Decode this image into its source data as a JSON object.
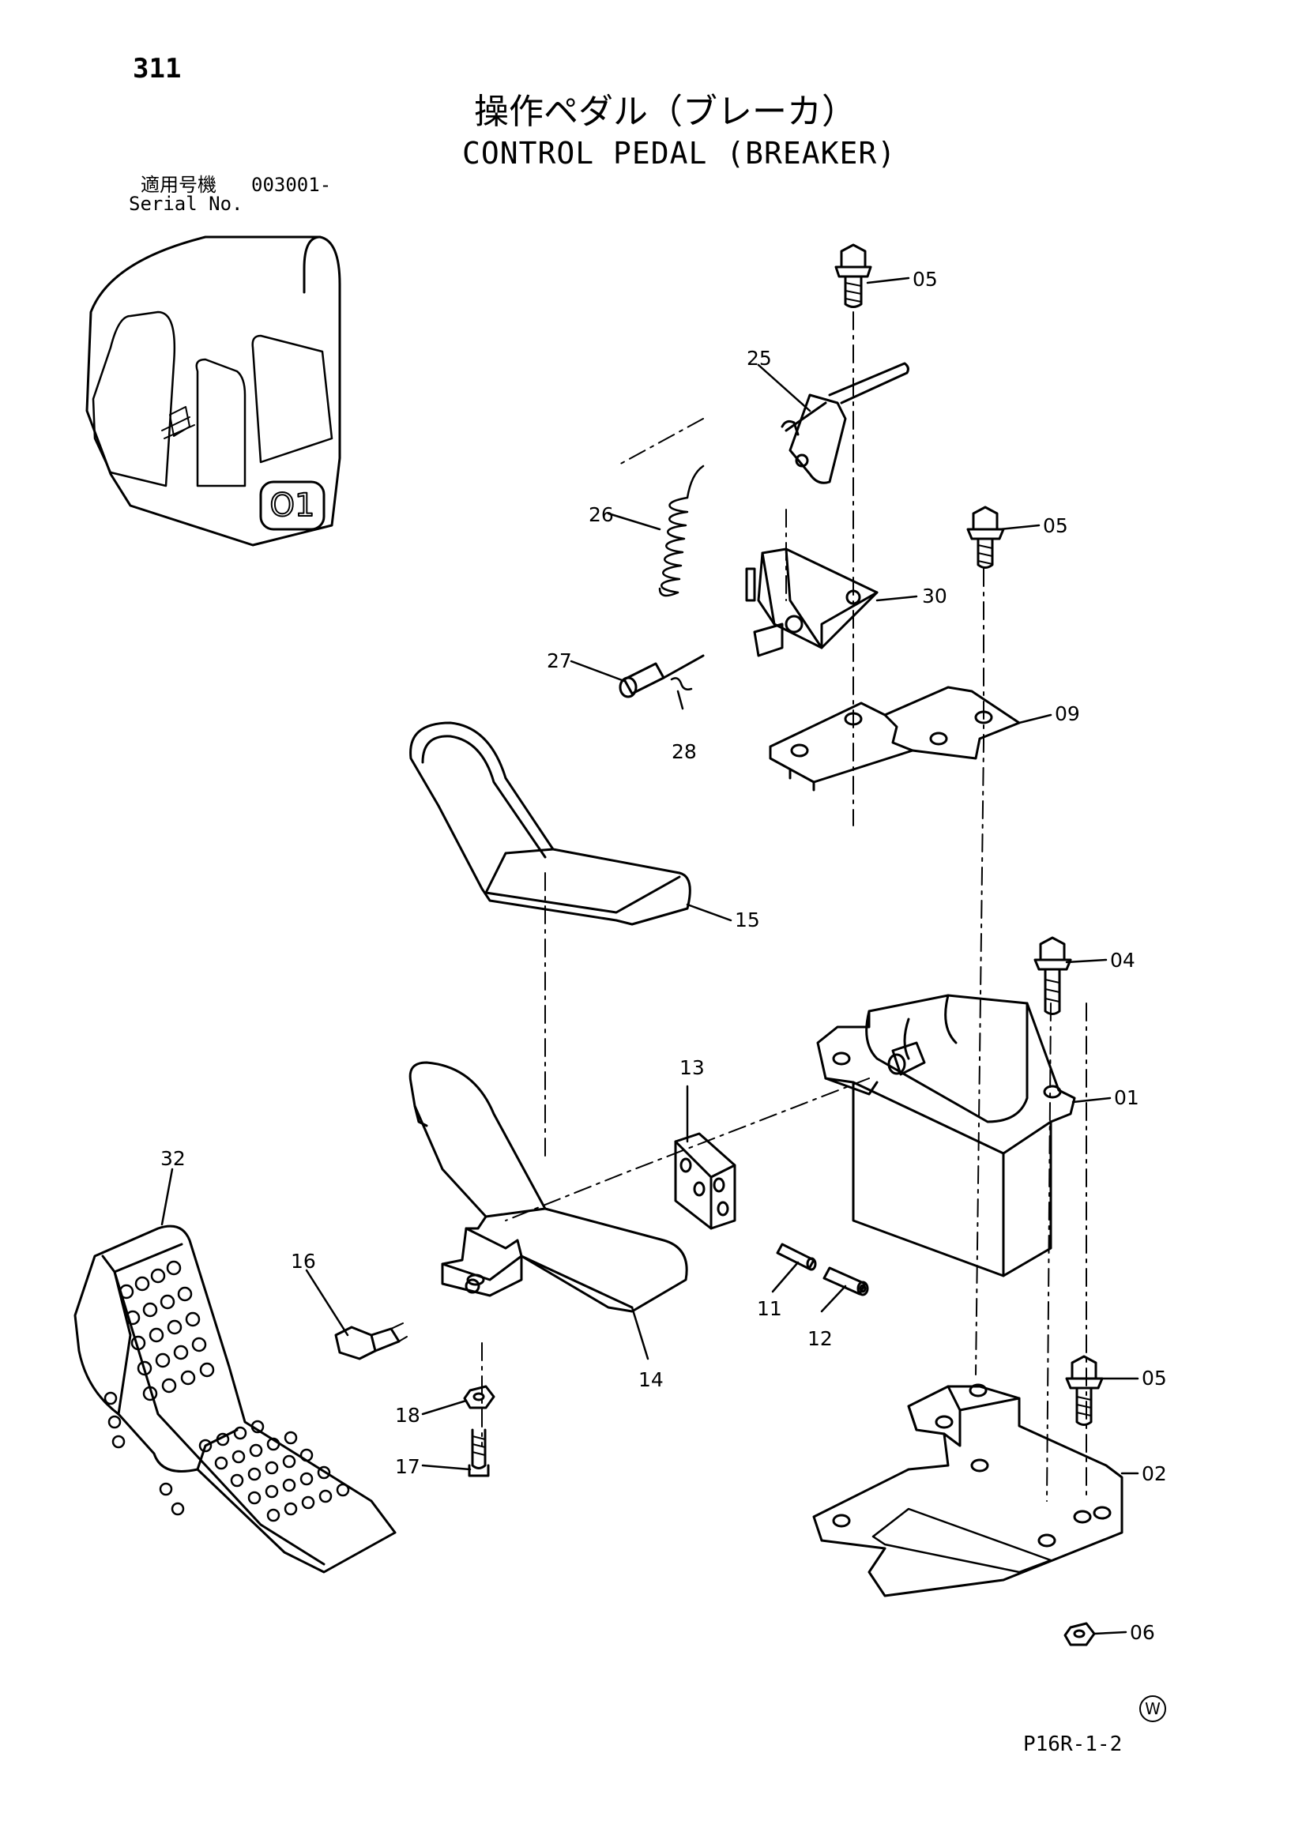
{
  "page_number": "311",
  "title_jp": "操作ペダル（ブレーカ）",
  "title_en": "CONTROL PEDAL (BREAKER)",
  "serial": {
    "label_jp": "適用号機",
    "value": "003001-",
    "label_en": "Serial No."
  },
  "cab_marking": "O1",
  "drawing_code": "P16R-1-2",
  "watermark_symbol": "W",
  "callouts": {
    "c05a": "05",
    "c25": "25",
    "c26": "26",
    "c05b": "05",
    "c30": "30",
    "c27": "27",
    "c28": "28",
    "c09": "09",
    "c15": "15",
    "c04": "04",
    "c01": "01",
    "c13": "13",
    "c32": "32",
    "c16": "16",
    "c11": "11",
    "c12": "12",
    "c14": "14",
    "c18": "18",
    "c17": "17",
    "c05c": "05",
    "c02": "02",
    "c06": "06"
  }
}
